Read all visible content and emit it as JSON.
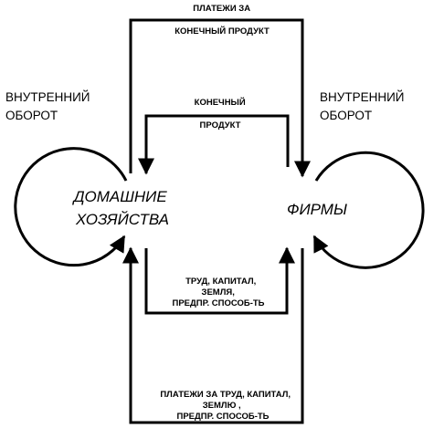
{
  "nodes": {
    "households": [
      "ДОМАШНИЕ",
      "ХОЗЯЙСТВА"
    ],
    "firms": "ФИРМЫ"
  },
  "inner_turnover": {
    "left": [
      "ВНУТРЕННИЙ",
      "ОБОРОТ"
    ],
    "right": [
      "ВНУТРЕННИЙ",
      "ОБОРОТ"
    ]
  },
  "flows": {
    "payments_final_product": [
      "ПЛАТЕЖИ ЗА",
      "КОНЕЧНЫЙ ПРОДУКТ"
    ],
    "final_product": [
      "КОНЕЧНЫЙ",
      "ПРОДУКТ"
    ],
    "factors": [
      "ТРУД, КАПИТАЛ,",
      "ЗЕМЛЯ,",
      "ПРЕДПР. СПОСОБ-ТЬ"
    ],
    "payments_factors": [
      "ПЛАТЕЖИ ЗА ТРУД, КАПИТАЛ,",
      "ЗЕМЛЮ ,",
      "ПРЕДПР. СПОСОБ-ТЬ"
    ]
  }
}
